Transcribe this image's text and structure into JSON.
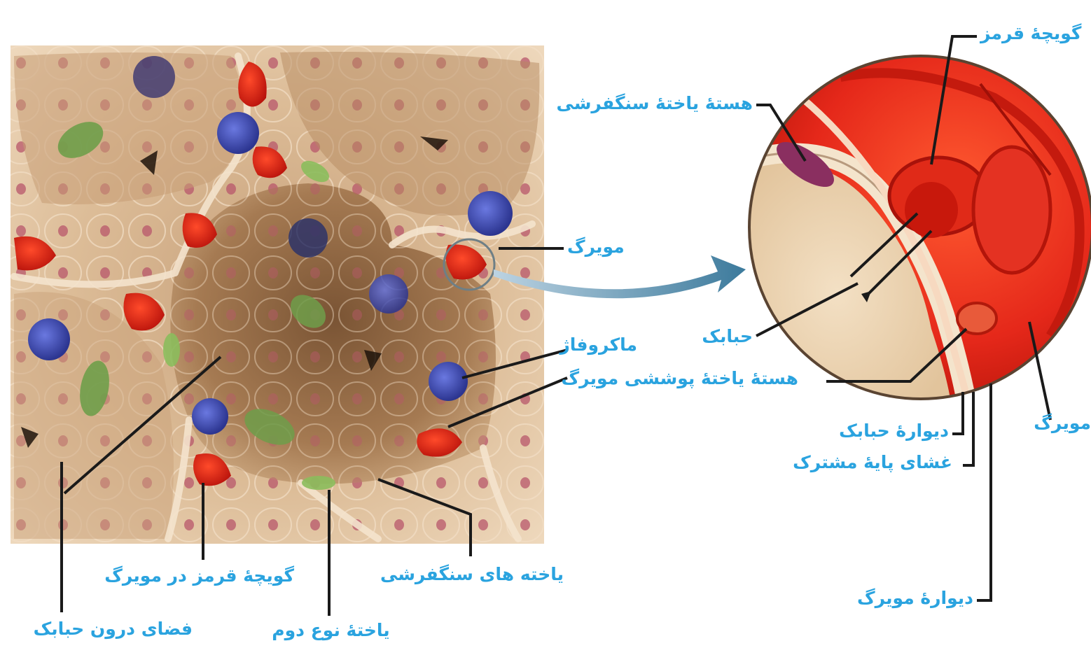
{
  "colors": {
    "label_blue": "#2aa3df",
    "leader_line": "#1a1a1a",
    "arrow_blue": "#3c7a9c",
    "tissue": "#e7c8a6",
    "capillary_red": "#d21e14",
    "macrophage": "#3a46a6",
    "type2_cell": "#6f9e4a"
  },
  "labels": {
    "red_cell": "گویچهٔ قرمز",
    "squamous_nucleus": "هستهٔ یاختهٔ سنگفرشی",
    "capillary_left": "مویرگ",
    "macrophage": "ماکروفاژ",
    "endothelial_nucleus": "هستهٔ یاختهٔ پوششی مویرگ",
    "alveolus": "حبابک",
    "capillary_right": "مویرگ",
    "alveolar_wall": "دیوارهٔ حبابک",
    "basement_membrane": "غشای پایهٔ مشترک",
    "capillary_wall": "دیوارهٔ مویرگ",
    "red_cell_in_capillary": "گویچهٔ قرمز در مویرگ",
    "squamous_cells": "یاخته های سنگفرشی",
    "alveolar_space": "فضای درون حبابک",
    "type2_cell": "یاختهٔ نوع دوم"
  }
}
